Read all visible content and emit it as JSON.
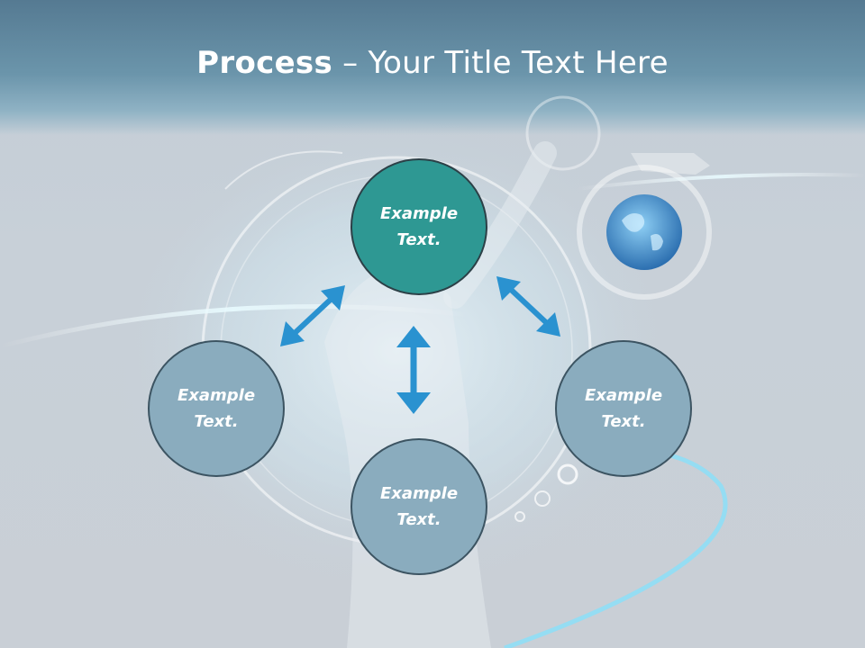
{
  "title": {
    "bold": "Process",
    "rest": " – Your Title Text Here"
  },
  "nodes": [
    {
      "line1": "Example",
      "line2": "Text."
    },
    {
      "line1": "Example",
      "line2": "Text."
    },
    {
      "line1": "Example",
      "line2": "Text."
    },
    {
      "line1": "Example",
      "line2": "Text."
    }
  ],
  "colors": {
    "active_node": "#2e9893",
    "node": "#8aacbe",
    "arrow": "#2a92d0",
    "header": "#5f8aa1"
  }
}
